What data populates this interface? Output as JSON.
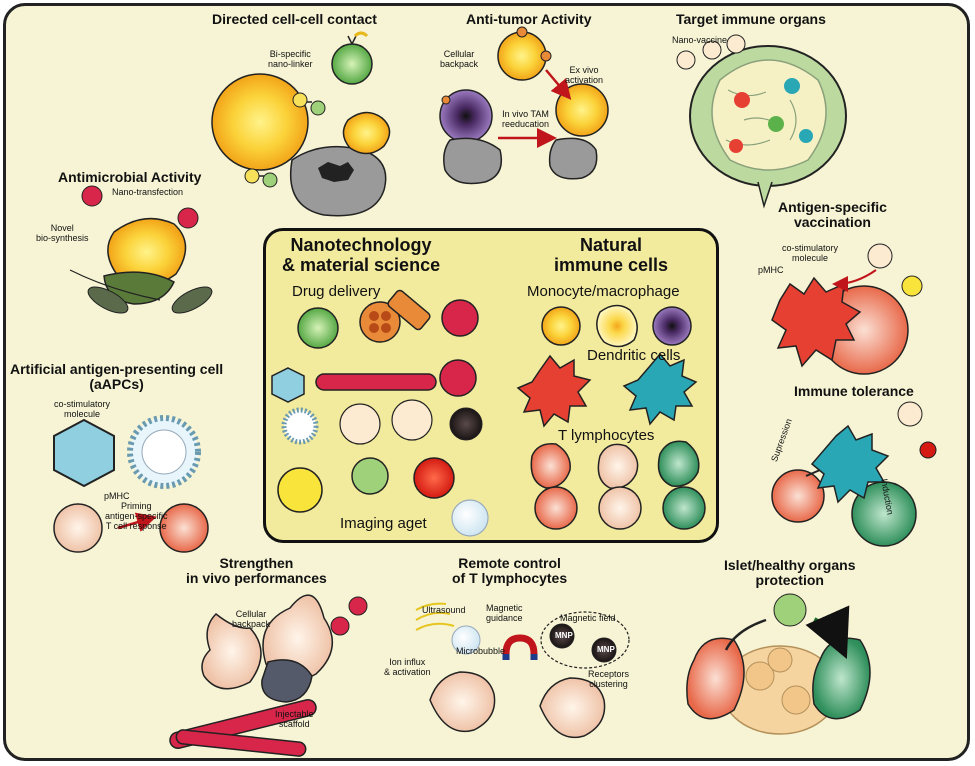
{
  "sections": {
    "directed_contact": {
      "title": "Directed cell-cell contact",
      "label_linker": "Bi-specific\nnano-linker"
    },
    "anti_tumor": {
      "title": "Anti-tumor Activity",
      "label_backpack": "Cellular\nbackpack",
      "label_exvivo": "Ex vivo\nactivation",
      "label_invivo": "In vivo TAM\nreeducation"
    },
    "target_organs": {
      "title": "Target immune organs",
      "label_vaccine": "Nano-vaccine"
    },
    "antimicrobial": {
      "title": "Antimicrobial Activity",
      "label_transfection": "Nano-transfection",
      "label_biosynthesis": "Novel\nbio-synthesis"
    },
    "antigen_vaccination": {
      "title": "Antigen-specific\nvaccination",
      "label_costim": "co-stimulatory\nmolecule",
      "label_pmhc": "pMHC"
    },
    "aapc": {
      "title": "Artificial antigen-presenting cell\n(aAPCs)",
      "label_costim": "co-stimulatory\nmolecule",
      "label_pmhc": "pMHC",
      "label_priming": "Priming\nantigen-specific\nT cell response"
    },
    "immune_tolerance": {
      "title": "Immune tolerance",
      "label_supression": "Supression",
      "label_induction": "Induction"
    },
    "strengthen": {
      "title": "Strengthen\nin vivo performances",
      "label_backpack": "Cellular\nbackpack",
      "label_scaffold": "Injectable\nscaffold"
    },
    "remote_control": {
      "title": "Remote control\nof T lymphocytes",
      "label_ultrasound": "Ultrasound",
      "label_magnetic_guidance": "Magnetic\nguidance",
      "label_magnetic_field": "Magnetic field",
      "label_microbubble": "Microbubble",
      "label_ion": "Ion influx\n& activation",
      "label_receptors": "Receptors\nclustering",
      "label_mnp": "MNP"
    },
    "islet": {
      "title": "Islet/healthy organs\nprotection"
    }
  },
  "center": {
    "left_title": "Nanotechnology\n& material science",
    "right_title": "Natural\nimmune cells",
    "drug_delivery": "Drug delivery",
    "imaging": "Imaging aget",
    "monocyte": "Monocyte/macrophage",
    "dendritic": "Dendritic cells",
    "t_lymph": "T lymphocytes"
  },
  "colors": {
    "panel": "#f6f4d4",
    "center_box": "#f2eb9e",
    "border": "#111111",
    "arrow_red": "#c0151b",
    "macrophage_yellow": "#f7c21b",
    "purple": "#7f4fa0",
    "green": "#5bb24a",
    "teal": "#2aa7b5",
    "red_cell": "#e64033",
    "salmon": "#ec7a5b"
  }
}
